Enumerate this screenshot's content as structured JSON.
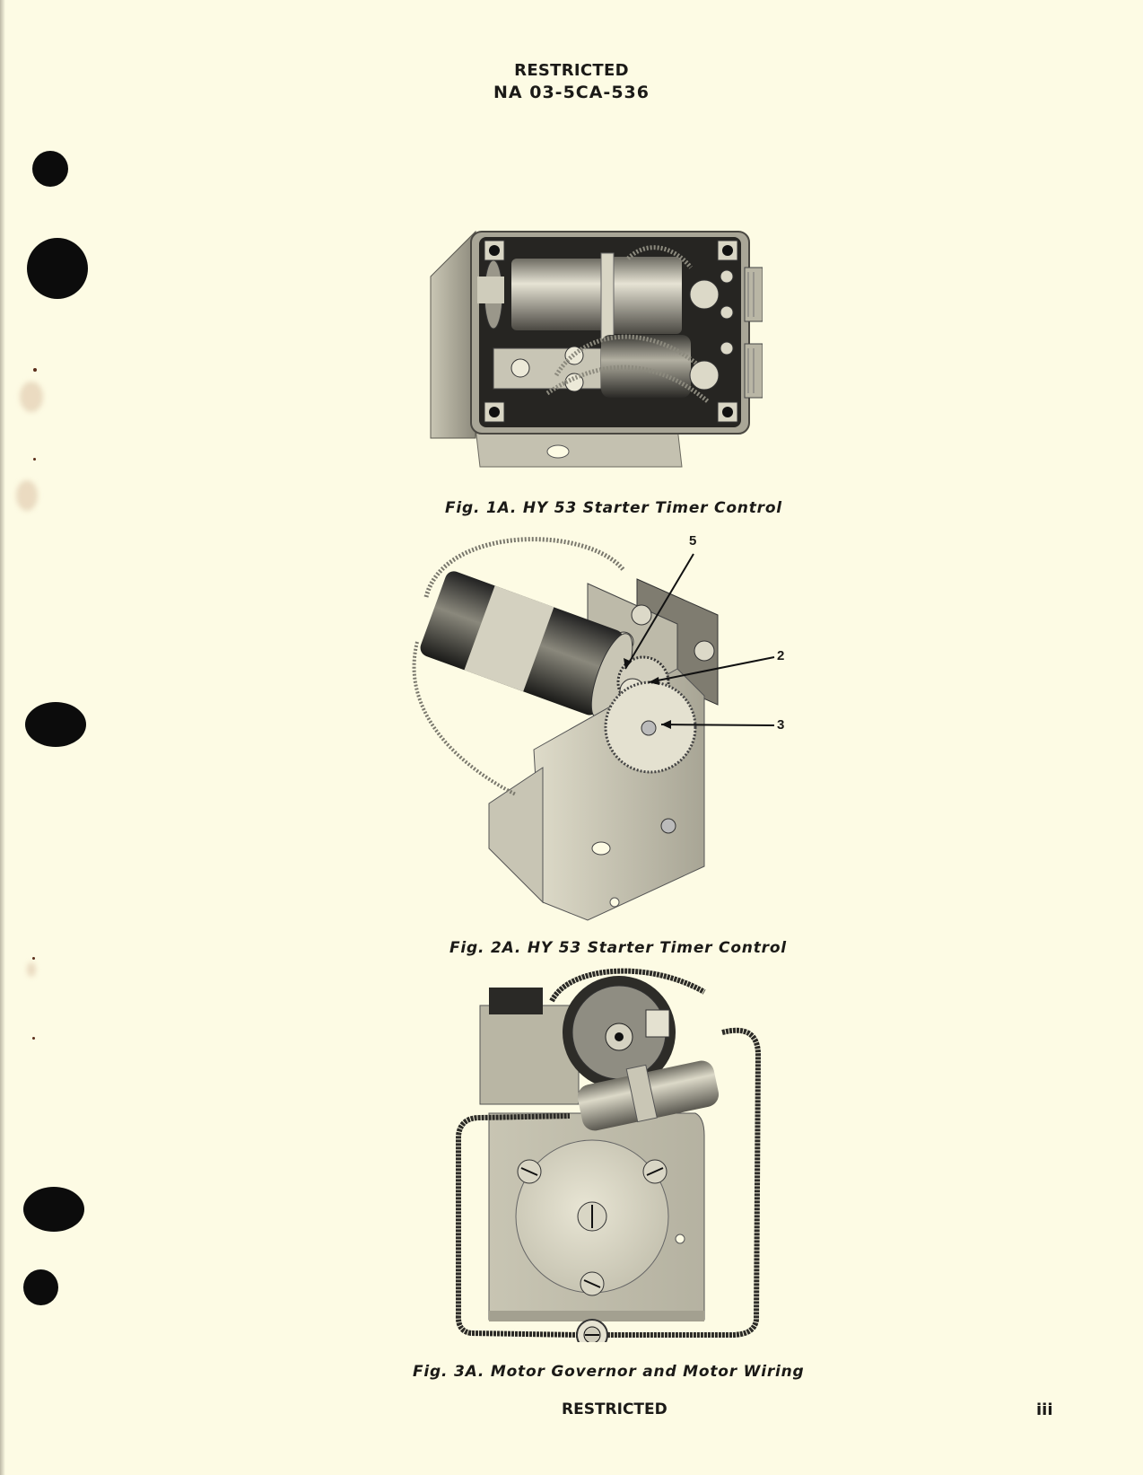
{
  "header": {
    "classification": "RESTRICTED",
    "document_number": "NA 03-5CA-536"
  },
  "figures": [
    {
      "id": "fig-1a",
      "caption": "Fig. 1A. HY 53 Starter Timer Control",
      "subject": "Open enclosure showing motor, wiring and connectors"
    },
    {
      "id": "fig-2a",
      "caption": "Fig. 2A. HY 53 Starter Timer Control",
      "subject": "Motor and gear train assembly on bracket",
      "callouts": [
        {
          "label": "5"
        },
        {
          "label": "2"
        },
        {
          "label": "3"
        }
      ]
    },
    {
      "id": "fig-3a",
      "caption": "Fig. 3A. Motor Governor and Motor Wiring",
      "subject": "Governor plate with motor wiring loop"
    }
  ],
  "footer": {
    "classification": "RESTRICTED",
    "page_number": "iii"
  },
  "colors": {
    "paper": "#fdfbe4",
    "ink": "#1b1a17",
    "binding_hole": "#0c0c0c"
  }
}
